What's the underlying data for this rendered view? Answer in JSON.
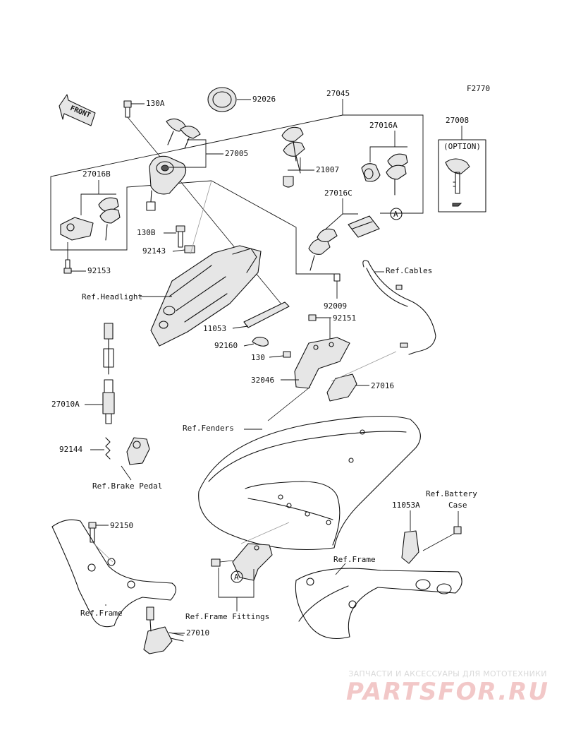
{
  "figure_code": "F2770",
  "front_arrow_label": "FRONT",
  "option_label": "(OPTION)",
  "callout_marker": "A",
  "labels": {
    "p130A": "130A",
    "p92026": "92026",
    "p27045": "27045",
    "p27005": "27005",
    "p27016A": "27016A",
    "p27008": "27008",
    "p27016B": "27016B",
    "p21007": "21007",
    "p27016C": "27016C",
    "p130B": "130B",
    "p92143": "92143",
    "p92153": "92153",
    "ref_headlight": "Ref.Headlight",
    "ref_cables": "Ref.Cables",
    "p92009": "92009",
    "p92151": "92151",
    "p11053": "11053",
    "p92160": "92160",
    "p130": "130",
    "p32046": "32046",
    "p27016": "27016",
    "p27010A": "27010A",
    "ref_fenders": "Ref.Fenders",
    "p92144": "92144",
    "ref_brake_pedal": "Ref.Brake Pedal",
    "ref_battery_case_1": "Ref.Battery",
    "ref_battery_case_2": "Case",
    "p11053A": "11053A",
    "p92150": "92150",
    "ref_frame_right": "Ref.Frame",
    "ref_frame_left": "Ref.Frame",
    "ref_frame_fittings": "Ref.Frame Fittings",
    "p27010": "27010"
  },
  "watermark": {
    "tagline": "ЗАПЧАСТИ И АКСЕССУАРЫ ДЛЯ МОТОТЕХНИКИ",
    "logo": "PARTSFOR.RU"
  }
}
